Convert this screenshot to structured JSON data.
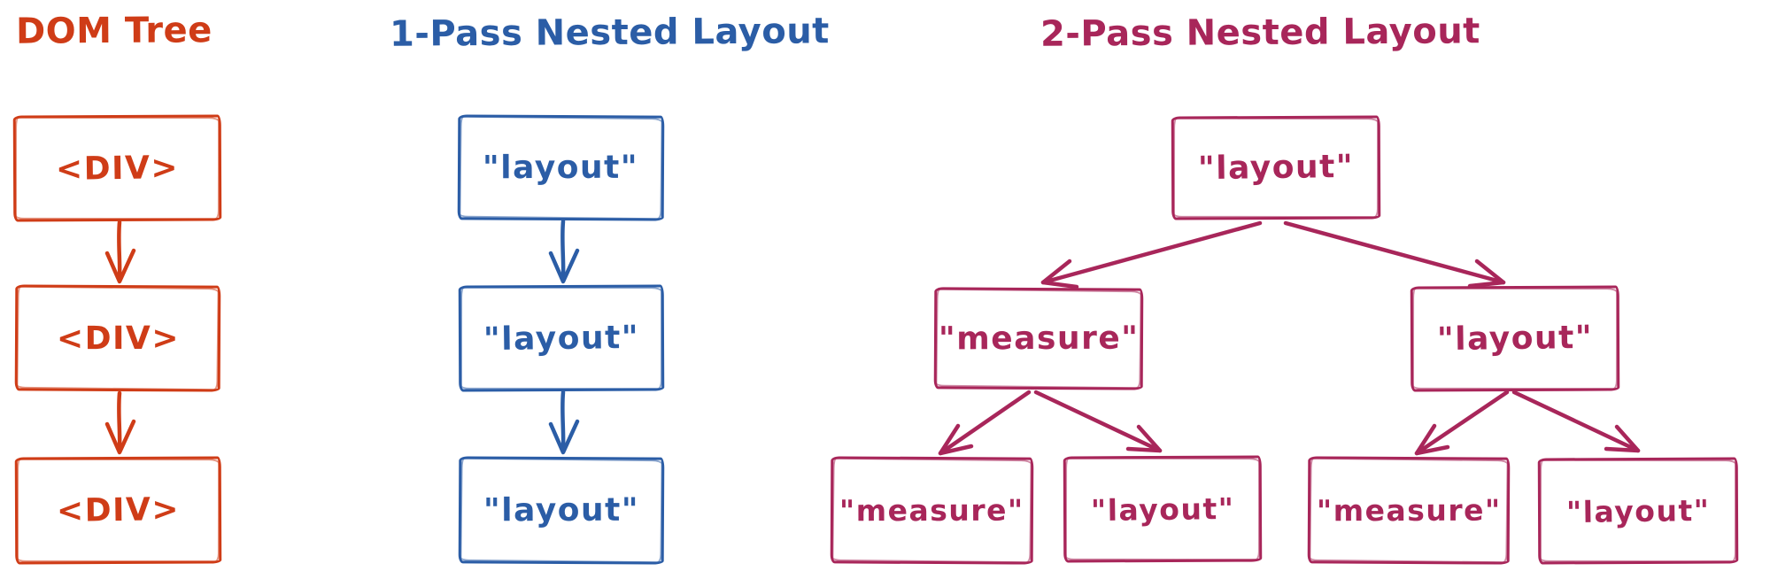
{
  "colors": {
    "dom": "#cf3c17",
    "pass1": "#2b5da6",
    "pass2": "#a8265a"
  },
  "sections": [
    {
      "title": "DOM Tree",
      "color": "#cf3c17",
      "nodes": [
        "<DIV>",
        "<DIV>",
        "<DIV>"
      ]
    },
    {
      "title": "1-Pass Nested Layout",
      "color": "#2b5da6",
      "nodes": [
        "\"layout\"",
        "\"layout\"",
        "\"layout\""
      ]
    },
    {
      "title": "2-Pass Nested Layout",
      "color": "#a8265a",
      "tree": {
        "root": "\"layout\"",
        "children": [
          {
            "label": "\"measure\"",
            "children": [
              "\"measure\"",
              "\"layout\""
            ]
          },
          {
            "label": "\"layout\"",
            "children": [
              "\"measure\"",
              "\"layout\""
            ]
          }
        ]
      }
    }
  ]
}
